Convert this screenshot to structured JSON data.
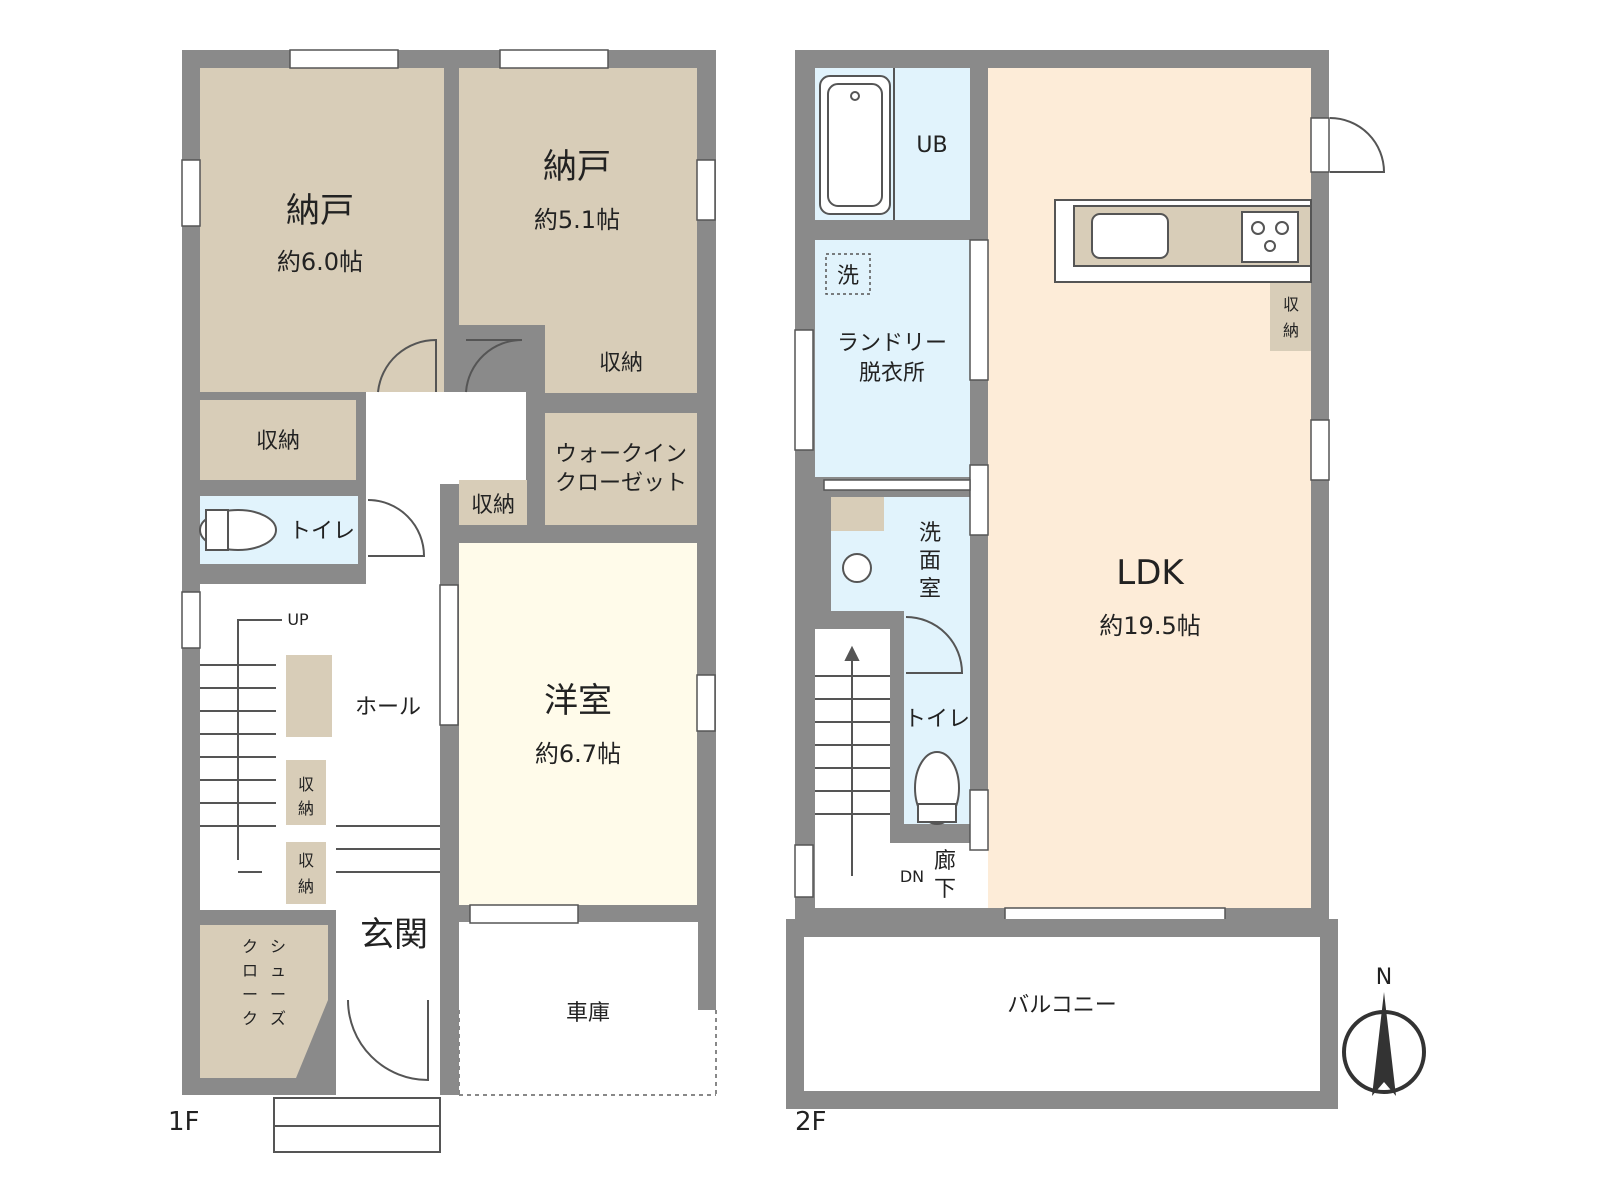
{
  "colors": {
    "wall": "#8a8a8a",
    "storage": "#d8cdb8",
    "bath": "#e1f3fc",
    "western": "#fffbea",
    "ldk": "#fdecd8",
    "line": "#555555"
  },
  "floor1": {
    "label": "1F",
    "room_nando_a": {
      "name": "納戸",
      "size": "約6.0帖"
    },
    "room_nando_b": {
      "name": "納戸",
      "size": "約5.1帖"
    },
    "storage_a": "収納",
    "storage_b": "収納",
    "storage_c": "収納",
    "walkin": [
      "ウォークイン",
      "クローゼット"
    ],
    "toilet": "トイレ",
    "up": "UP",
    "hall": "ホール",
    "western": {
      "name": "洋室",
      "size": "約6.7帖"
    },
    "storage_small_1": [
      "収",
      "納"
    ],
    "storage_small_2": [
      "収",
      "納"
    ],
    "shoe_cloak": [
      "シ",
      "ュ",
      "ー",
      "ズ",
      "ク",
      "ロ",
      "ー",
      "ク"
    ],
    "entrance": "玄関",
    "garage": "車庫"
  },
  "floor2": {
    "label": "2F",
    "ub": "UB",
    "wash_mark": "洗",
    "laundry": [
      "ランドリー",
      "脱衣所"
    ],
    "washroom": [
      "洗",
      "面",
      "室"
    ],
    "toilet": "トイレ",
    "dn": "DN",
    "corridor": [
      "廊",
      "下"
    ],
    "ldk": {
      "name": "LDK",
      "size": "約19.5帖"
    },
    "storage": [
      "収",
      "納"
    ],
    "balcony": "バルコニー"
  },
  "compass": {
    "north": "N"
  }
}
